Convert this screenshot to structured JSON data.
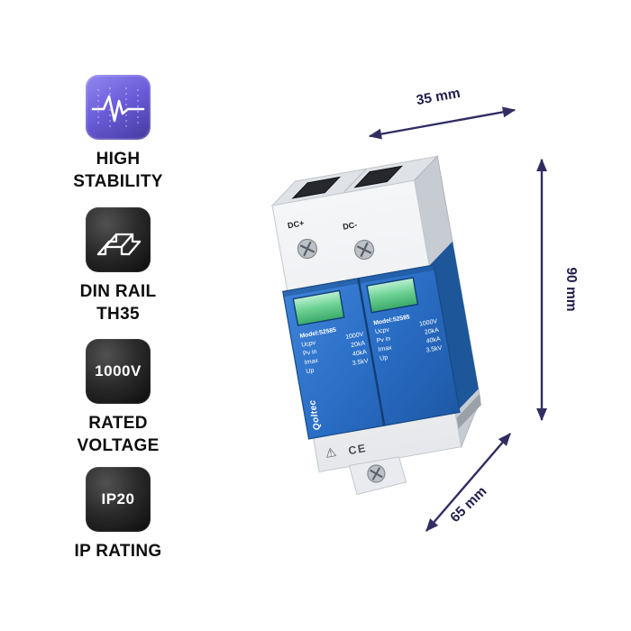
{
  "features": [
    {
      "icon": "pulse-icon",
      "line1": "HIGH",
      "line2": "STABILITY"
    },
    {
      "icon": "din-rail-icon",
      "line1": "DIN RAIL",
      "line2": "TH35"
    },
    {
      "badge": "1000V",
      "line1": "RATED",
      "line2": "VOLTAGE"
    },
    {
      "badge": "IP20",
      "line1": "IP RATING",
      "line2": ""
    }
  ],
  "dimensions": {
    "width": "35 mm",
    "height": "90 mm",
    "depth": "65 mm"
  },
  "device": {
    "brand": "Qoltec",
    "terminals": {
      "positive": "DC+",
      "negative": "DC-"
    },
    "module": {
      "model": "Model:52585",
      "rows": [
        {
          "label": "Ucpv",
          "value": "1000V"
        },
        {
          "label": "Pv in",
          "value": "20kA"
        },
        {
          "label": "Imax",
          "value": "40kA"
        },
        {
          "label": "Up",
          "value": "3.5kV"
        }
      ]
    },
    "marks": {
      "warning": "⚠",
      "ce": "CE"
    }
  },
  "colors": {
    "arrow": "#312d63",
    "module_blue": "#2a6ec6",
    "window_green": "#6fd396",
    "tile_purple": "#6a5cd8",
    "tile_black": "#141414"
  }
}
